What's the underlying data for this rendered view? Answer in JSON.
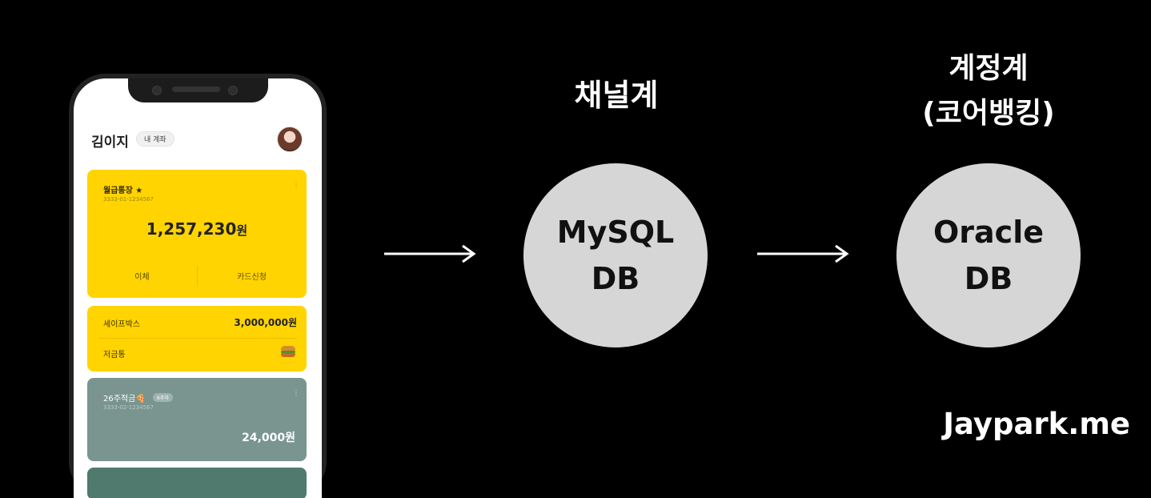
{
  "phone": {
    "user_name": "김이지",
    "account_chip": "내 계좌",
    "main_card": {
      "name": "월급통장 ★",
      "number": "3333-01-1234567",
      "balance": "1,257,230",
      "unit": "원",
      "action_left": "이체",
      "action_right": "카드신청"
    },
    "safebox_card": {
      "name": "세이프박스",
      "amount": "3,000,000원",
      "piggy": "저금통"
    },
    "savings_card": {
      "name": "26주적금🍕",
      "badge": "6주차",
      "number": "3333-02-1234567",
      "amount": "24,000원"
    },
    "colors": {
      "yellow": "#ffd400",
      "green_gray": "#7a9590",
      "dark_green": "#4f7a6d"
    }
  },
  "flow": {
    "channel_heading": "채널계",
    "channel_db_line1": "MySQL",
    "channel_db_line2": "DB",
    "account_heading_line1": "계정계",
    "account_heading_line2": "(코어뱅킹)",
    "core_db_line1": "Oracle",
    "core_db_line2": "DB"
  },
  "watermark": "Jaypark.me"
}
